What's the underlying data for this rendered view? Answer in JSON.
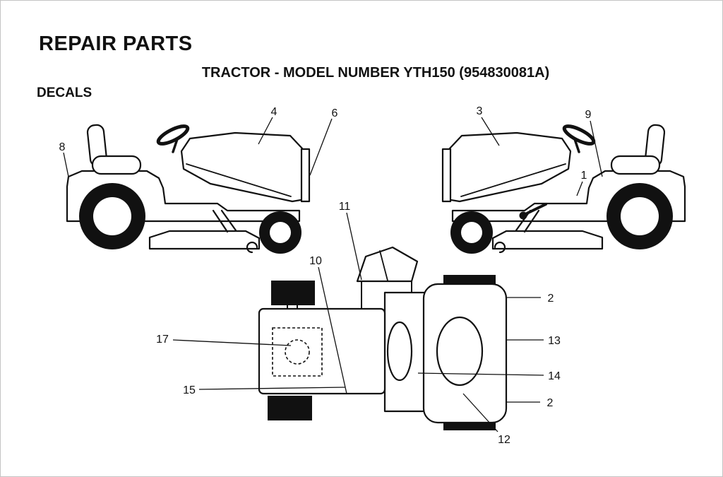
{
  "page": {
    "title": "REPAIR PARTS",
    "subtitle": "TRACTOR - MODEL NUMBER YTH150 (954830081A)",
    "section": "DECALS"
  },
  "colors": {
    "ink": "#111111",
    "paper": "#ffffff"
  },
  "callouts": {
    "n1": "1",
    "n2_top": "2",
    "n2_bottom": "2",
    "n3": "3",
    "n4": "4",
    "n6": "6",
    "n8": "8",
    "n9": "9",
    "n10": "10",
    "n11": "11",
    "n12": "12",
    "n13": "13",
    "n14": "14",
    "n15": "15",
    "n17": "17"
  }
}
